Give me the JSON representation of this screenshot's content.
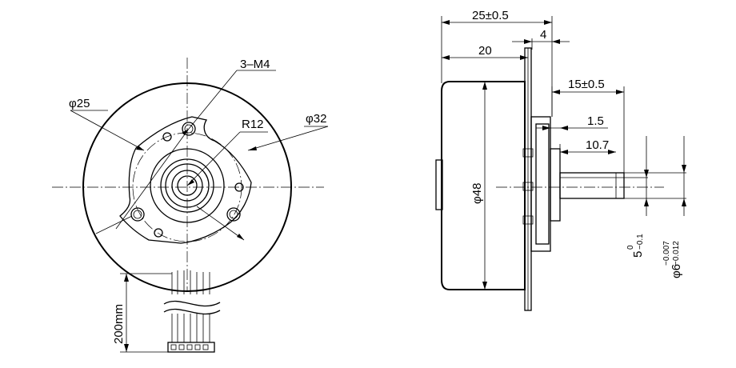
{
  "front_view": {
    "thread_callout": "3–M4",
    "hole_circle_dia": "φ25",
    "radius": "R12",
    "outer_mount_dia": "φ32",
    "lead_length": "200mm"
  },
  "side_view": {
    "overall_length": "25±0.5",
    "flange_thickness": "4",
    "body_length": "20",
    "shaft_length": "15±0.5",
    "boss_length": "1.5",
    "flat_length": "10.7",
    "body_dia": "φ48",
    "flat_main": "5",
    "flat_tol_upper": "0",
    "flat_tol_lower": "−0.1",
    "shaft_dia_main": "φ6",
    "shaft_tol_upper": "−0.007",
    "shaft_tol_lower": "−0.012"
  }
}
